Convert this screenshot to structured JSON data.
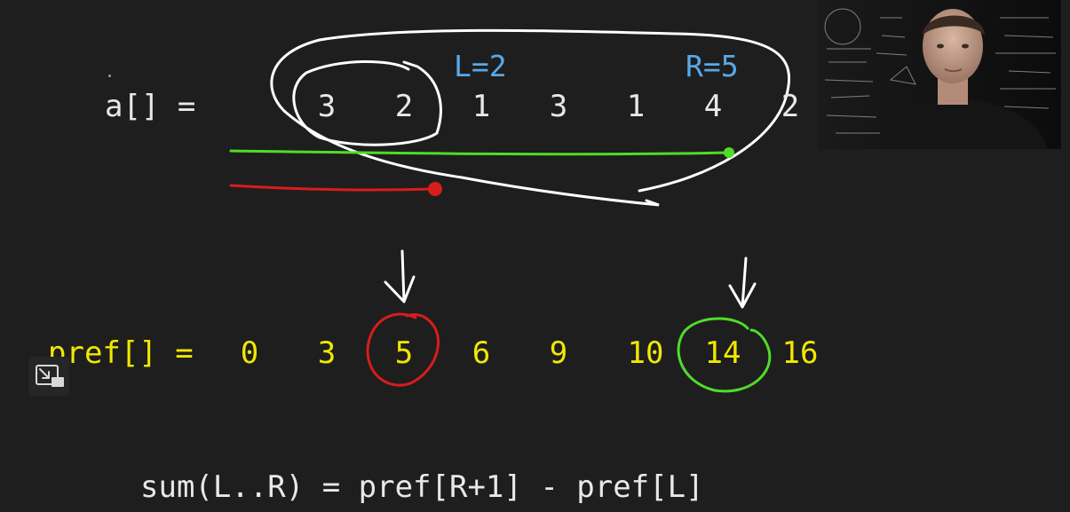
{
  "array_row": {
    "label": "a[] =",
    "values": [
      "3",
      "2",
      "1",
      "3",
      "1",
      "4",
      "2"
    ],
    "l_marker": "L=2",
    "r_marker": "R=5"
  },
  "prefix_row": {
    "label": "pref[] =",
    "values": [
      "0",
      "3",
      "5",
      "6",
      "9",
      "10",
      "14",
      "16"
    ]
  },
  "formula": "sum(L..R) = pref[R+1] - pref[L]",
  "colors": {
    "background": "#1e1e1e",
    "text": "#e8e8e8",
    "prefix_text": "#f0e800",
    "marker_text": "#5aa8e6",
    "green_ink": "#4fdc2a",
    "red_ink": "#d81c1c",
    "white_ink": "#ffffff"
  },
  "icons": {
    "pip": "picture-in-picture-icon"
  }
}
